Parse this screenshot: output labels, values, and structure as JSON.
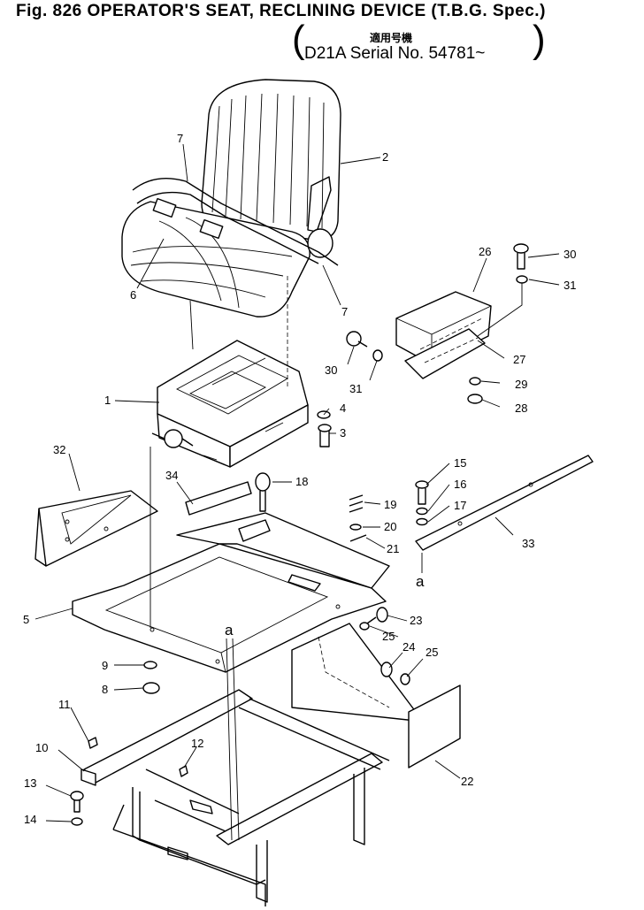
{
  "header": {
    "title": "Fig. 826 OPERATOR'S SEAT, RECLINING DEVICE (T.B.G. Spec.)",
    "applicability_label": "適用号機",
    "serial": "D21A Serial No. 54781~"
  },
  "diagram": {
    "callouts": [
      {
        "id": "c1",
        "text": "1"
      },
      {
        "id": "c2",
        "text": "2"
      },
      {
        "id": "c3",
        "text": "3"
      },
      {
        "id": "c4",
        "text": "4"
      },
      {
        "id": "c5",
        "text": "5"
      },
      {
        "id": "c6",
        "text": "6"
      },
      {
        "id": "c7a",
        "text": "7"
      },
      {
        "id": "c7b",
        "text": "7"
      },
      {
        "id": "c8",
        "text": "8"
      },
      {
        "id": "c9",
        "text": "9"
      },
      {
        "id": "c10",
        "text": "10"
      },
      {
        "id": "c11",
        "text": "11"
      },
      {
        "id": "c12",
        "text": "12"
      },
      {
        "id": "c13",
        "text": "13"
      },
      {
        "id": "c14",
        "text": "14"
      },
      {
        "id": "c15",
        "text": "15"
      },
      {
        "id": "c16",
        "text": "16"
      },
      {
        "id": "c17",
        "text": "17"
      },
      {
        "id": "c18",
        "text": "18"
      },
      {
        "id": "c19",
        "text": "19"
      },
      {
        "id": "c20",
        "text": "20"
      },
      {
        "id": "c21",
        "text": "21"
      },
      {
        "id": "c22",
        "text": "22"
      },
      {
        "id": "c23",
        "text": "23"
      },
      {
        "id": "c24",
        "text": "24"
      },
      {
        "id": "c25a",
        "text": "25"
      },
      {
        "id": "c25b",
        "text": "25"
      },
      {
        "id": "c26",
        "text": "26"
      },
      {
        "id": "c27",
        "text": "27"
      },
      {
        "id": "c28",
        "text": "28"
      },
      {
        "id": "c29",
        "text": "29"
      },
      {
        "id": "c30a",
        "text": "30"
      },
      {
        "id": "c30b",
        "text": "30"
      },
      {
        "id": "c31a",
        "text": "31"
      },
      {
        "id": "c31b",
        "text": "31"
      },
      {
        "id": "c32",
        "text": "32"
      },
      {
        "id": "c33",
        "text": "33"
      },
      {
        "id": "c34",
        "text": "34"
      },
      {
        "id": "ref-a1",
        "text": "a"
      },
      {
        "id": "ref-a2",
        "text": "a"
      }
    ]
  }
}
